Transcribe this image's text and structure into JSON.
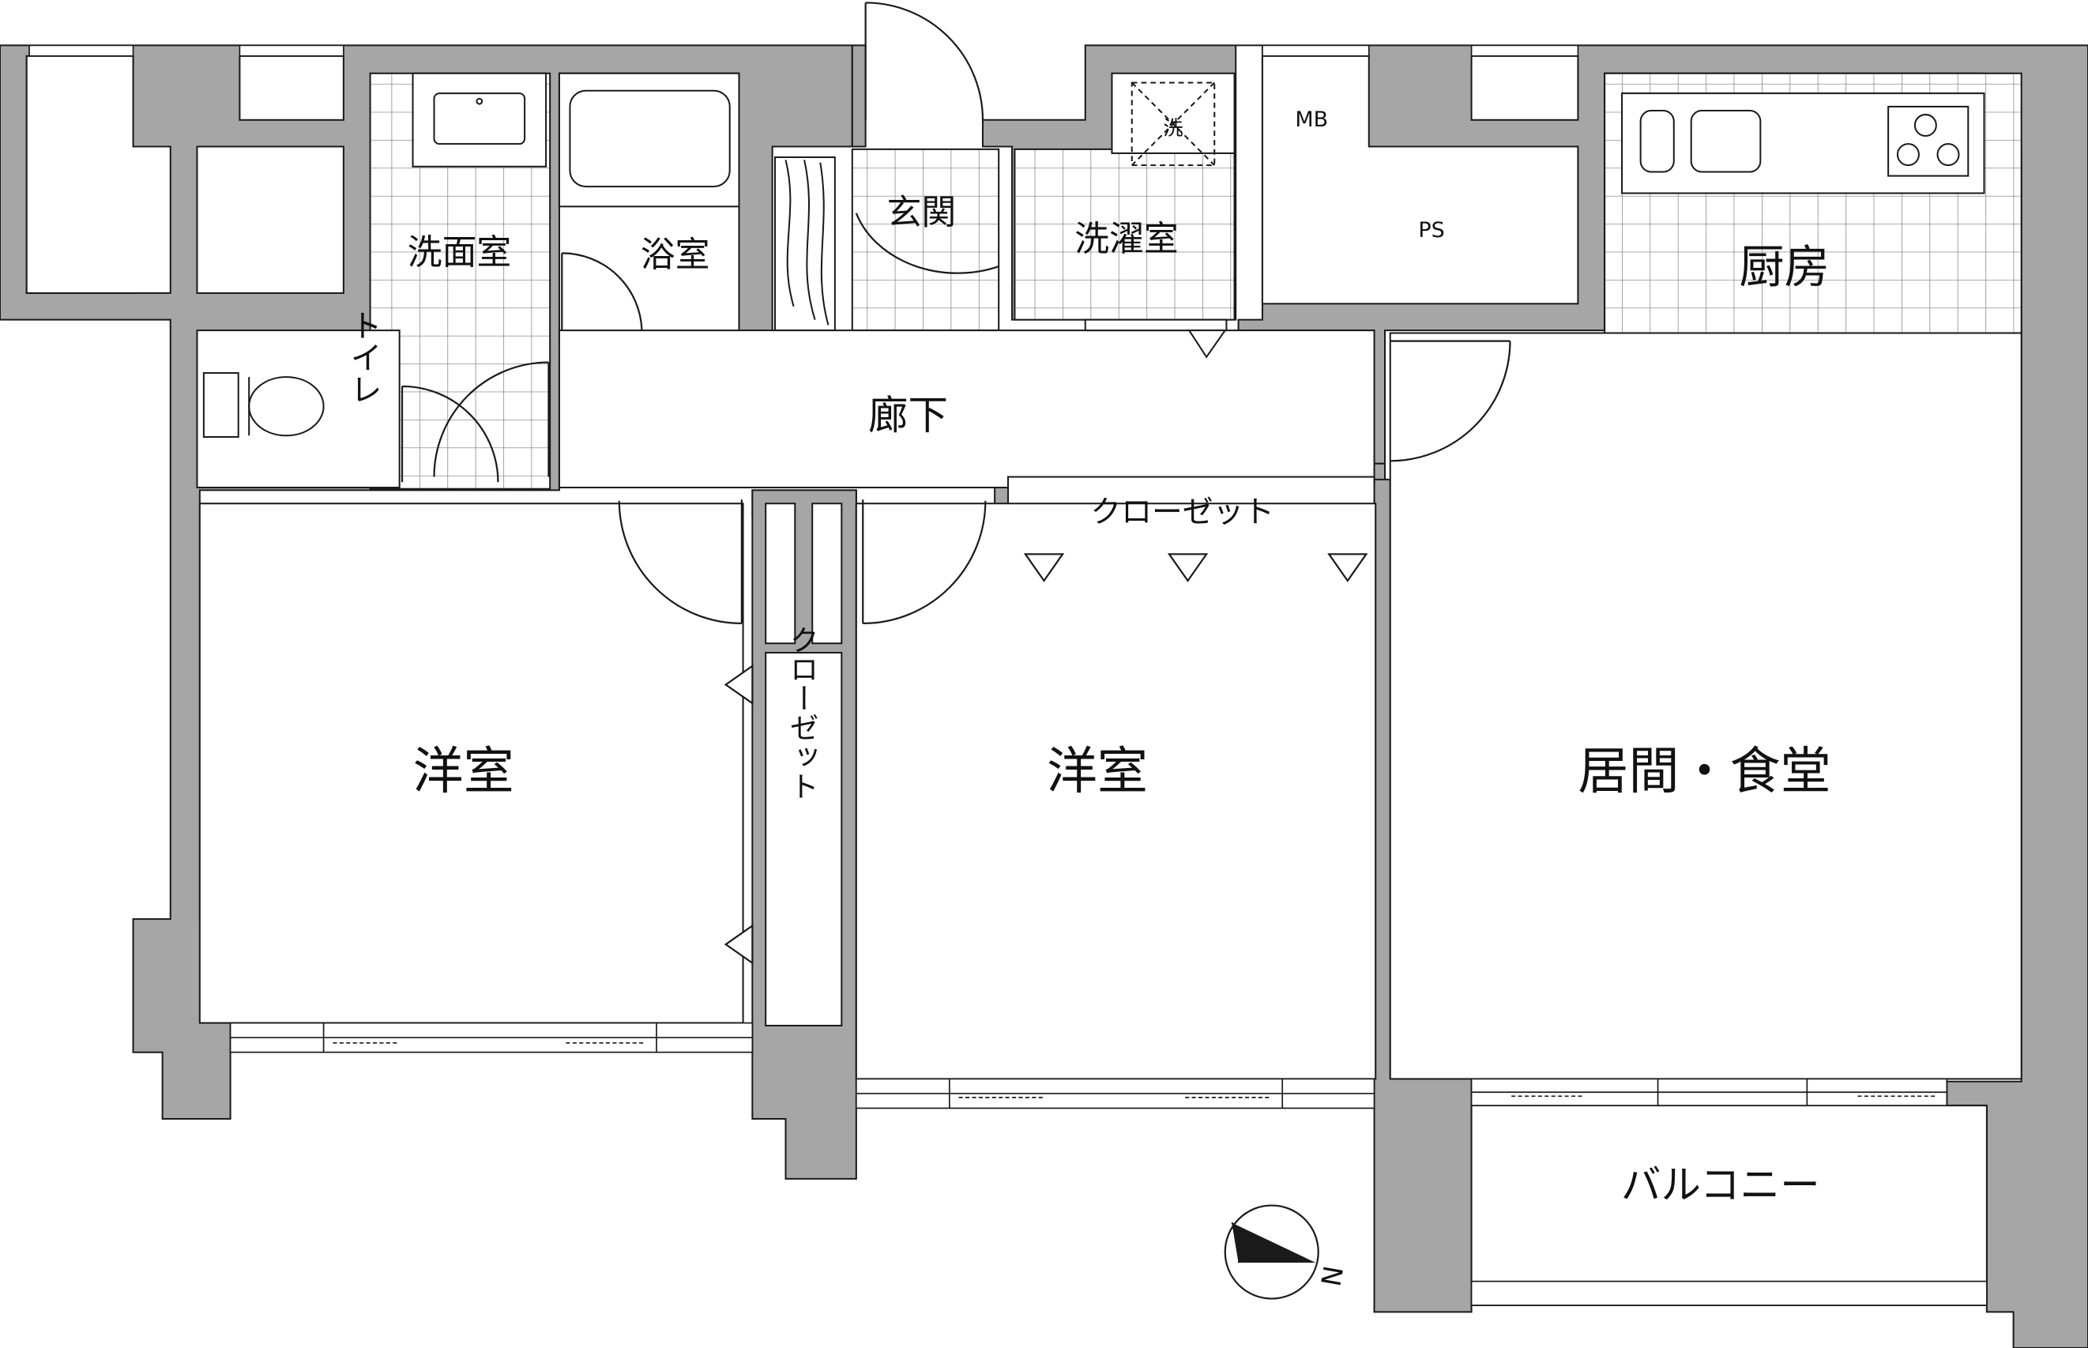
{
  "rooms": {
    "senmen": "洗面室",
    "yokushitsu": "浴室",
    "genkan": "玄関",
    "sentaku": "洗濯室",
    "kitchen": "厨房",
    "toilet": "トイレ",
    "rouka": "廊下",
    "closet_top": "クローゼット",
    "closet_vert": "クローゼット",
    "bedroom1": "洋室",
    "bedroom2": "洋室",
    "living": "居間・食堂",
    "balcony": "バルコニー"
  },
  "markers": {
    "mb": "MB",
    "ps": "PS",
    "wash": "洗",
    "north": "N"
  },
  "colors": {
    "wall": "#a6a6a6",
    "line": "#1a1a1a",
    "floor": "#ffffff"
  }
}
